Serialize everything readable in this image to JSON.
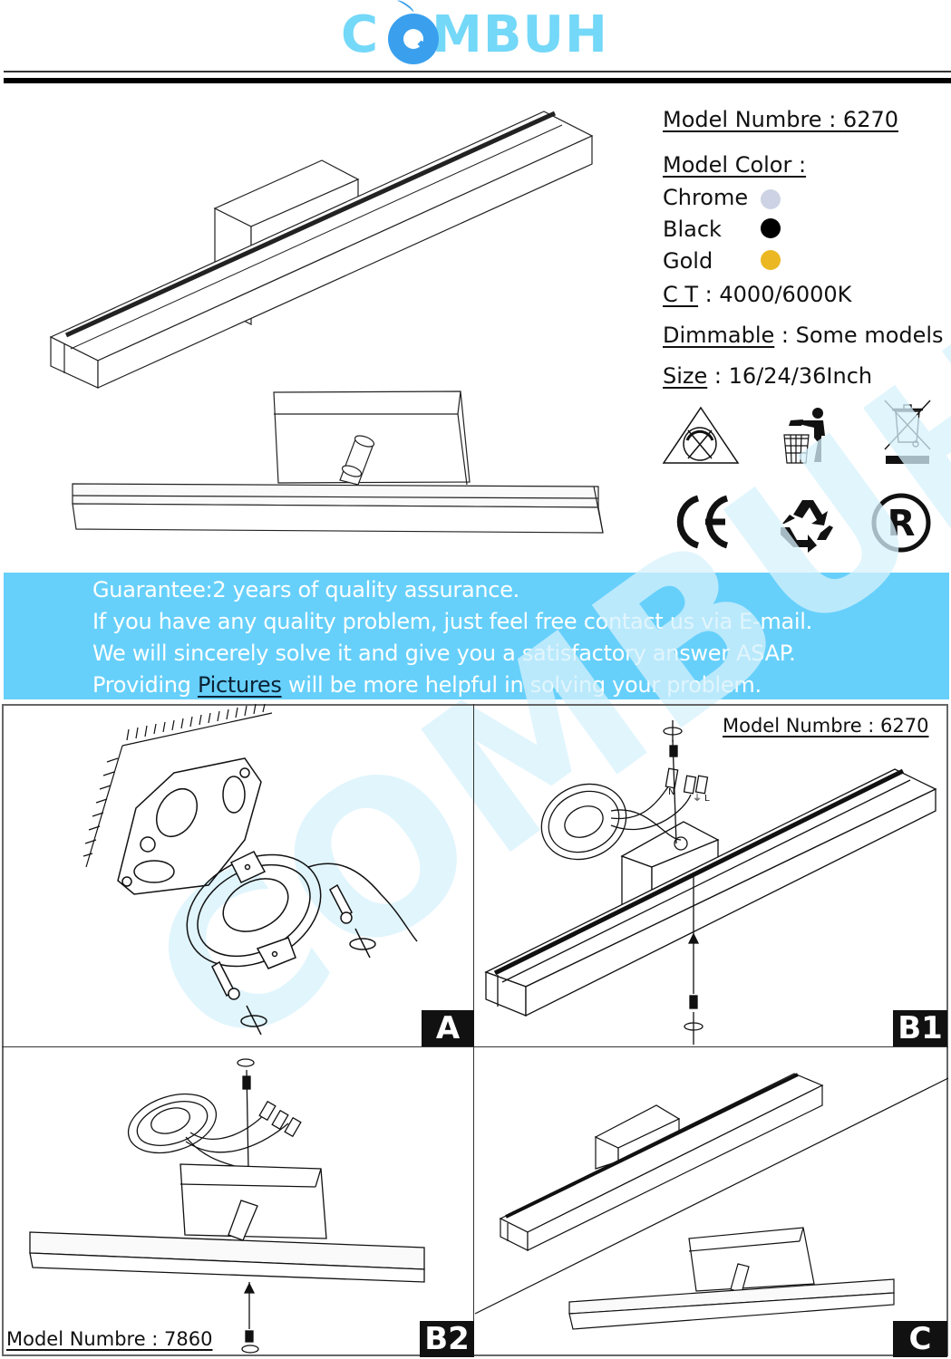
{
  "header": {
    "brand": "COMBUH",
    "brand_colors": {
      "light": "#74d8f8",
      "accent": "#3aa0ee"
    }
  },
  "specs": {
    "model_number": {
      "label": "Model Numbre",
      "value": "6270"
    },
    "model_color": {
      "label": "Model Color :",
      "options": [
        {
          "name": "Chrome",
          "color": "#cdd3e4"
        },
        {
          "name": "Black",
          "color": "#000000"
        },
        {
          "name": "Gold",
          "color": "#ebb722"
        }
      ]
    },
    "ct": {
      "label": "C T",
      "value": "4000/6000K"
    },
    "dimmable": {
      "label": "Dimmable",
      "value": "Some models"
    },
    "size": {
      "label": "Size",
      "value": "16/24/36Inch"
    }
  },
  "certifications": [
    {
      "icon": "triangle-lamp-icon",
      "label": "Class symbol"
    },
    {
      "icon": "tidyman-icon",
      "label": "Dispose in bin"
    },
    {
      "icon": "weee-crossed-bin-icon",
      "label": "WEEE"
    },
    {
      "icon": "ce-mark-icon",
      "label": "CE"
    },
    {
      "icon": "recycle-icon",
      "label": "Recycle"
    },
    {
      "icon": "registered-icon",
      "label": "Registered"
    }
  ],
  "guarantee": {
    "background": "#66d0fb",
    "lines": [
      "Guarantee:2 years of quality assurance.",
      "If you have any quality problem, just feel free contact us via E-mail.",
      "We will sincerely solve it and give you a satisfactory answer ASAP."
    ],
    "last_line_prefix": "Providing ",
    "last_line_link": "Pictures",
    "last_line_suffix": " will be more helpful in solving your problem."
  },
  "steps": [
    {
      "id": "A",
      "label": "A"
    },
    {
      "id": "B1",
      "label": "B1",
      "model_label": "Model Numbre : 6270"
    },
    {
      "id": "B2",
      "label": "B2",
      "model_label": "Model Numbre : 7860"
    },
    {
      "id": "C",
      "label": "C"
    }
  ],
  "wiring_labels": [
    "N",
    "⏚",
    "L"
  ],
  "watermark": "COMBUH"
}
